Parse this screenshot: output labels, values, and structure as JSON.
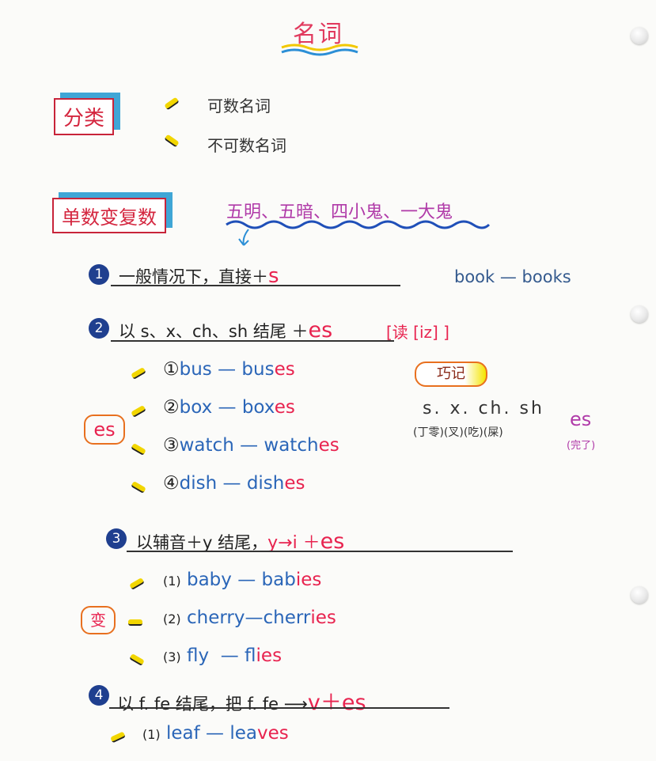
{
  "title": "名词",
  "classification": {
    "label": "分类",
    "items": [
      "可数名词",
      "不可数名词"
    ]
  },
  "plural": {
    "label": "单数变复数",
    "mnemonic": "五明、五暗、四小鬼、一大鬼"
  },
  "rule1": {
    "num": "1",
    "text": "一般情况下，直接＋",
    "suffix": "s",
    "example": "book — books"
  },
  "rule2": {
    "num": "2",
    "text": "以 s、x、ch、sh 结尾 ＋",
    "suffix": "es",
    "note": "[读 [iz] ]",
    "tag": "es",
    "examples": [
      {
        "prefix": "①",
        "base": "bus",
        "dash": " — ",
        "stem": "bus",
        "end": "es"
      },
      {
        "prefix": "②",
        "base": "box",
        "dash": " — ",
        "stem": "box",
        "end": "es"
      },
      {
        "prefix": "③",
        "base": "watch",
        "dash": " — ",
        "stem": "watch",
        "end": "es"
      },
      {
        "prefix": "④",
        "base": "dish",
        "dash": " — ",
        "stem": "dish",
        "end": "es"
      }
    ],
    "memory": {
      "badge": "巧记",
      "letters": "s. x. ch. sh",
      "hints": "(丁零)(叉)(吃)(屎)",
      "result": "es",
      "result_note": "(完了)"
    }
  },
  "rule3": {
    "num": "3",
    "text": "以辅音＋y 结尾，",
    "change": "y→i ＋",
    "suffix": "es",
    "tag": "变",
    "examples": [
      {
        "prefix": "(1)",
        "base": "baby",
        "dash": " — ",
        "stem": "bab",
        "end": "ies"
      },
      {
        "prefix": "(2)",
        "base": "cherry",
        "dash": "—",
        "stem": "cherr",
        "end": "ies"
      },
      {
        "prefix": "(3)",
        "base": "fly",
        "dash": "  — ",
        "stem": "fl",
        "end": "ies"
      }
    ]
  },
  "rule4": {
    "num": "4",
    "text": "以 f. fe 结尾，把 f. fe ⟶",
    "suffix": "v＋es",
    "examples": [
      {
        "prefix": "(1)",
        "base": "leaf",
        "dash": " — ",
        "stem": "lea",
        "end": "ves"
      }
    ]
  }
}
